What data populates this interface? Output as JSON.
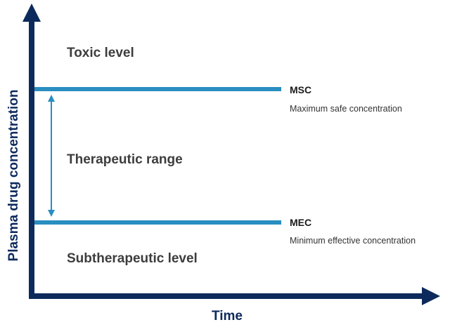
{
  "colors": {
    "axis": "#0d2a5c",
    "threshold_line": "#2a8ec0",
    "range_arrow": "#2a8ec0",
    "region_text": "#3d3d3d",
    "line_code_text": "#1a1a1a",
    "line_desc_text": "#333333"
  },
  "axes": {
    "x_label": "Time",
    "y_label": "Plasma drug concentration"
  },
  "regions": {
    "toxic": "Toxic level",
    "therapeutic": "Therapeutic range",
    "subtherapeutic": "Subtherapeutic level"
  },
  "thresholds": {
    "msc": {
      "code": "MSC",
      "description": "Maximum safe concentration"
    },
    "mec": {
      "code": "MEC",
      "description": "Minimum effective concentration"
    }
  },
  "icons": {
    "range_arrow": "double-headed-vertical-arrow",
    "x_axis_arrow": "right-arrowhead",
    "y_axis_arrow": "up-arrowhead"
  }
}
